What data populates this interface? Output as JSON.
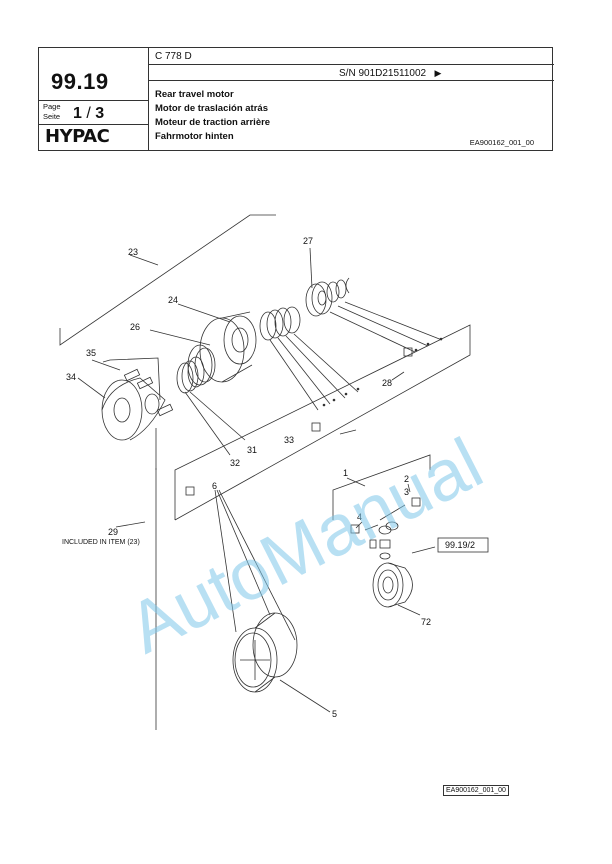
{
  "header": {
    "section_number": "99.19",
    "model": "C 778 D",
    "serial": "S/N 901D21511002",
    "serial_arrow": "▶",
    "page_label_1": "Page",
    "page_label_2": "Seite",
    "page_current": "1",
    "page_separator": "/",
    "page_total": "3",
    "brand": "HYPAC",
    "titles": [
      "Rear travel motor",
      "Motor de traslación atrás",
      "Moteur de traction arrière",
      "Fahrmotor hinten"
    ],
    "drawing_code": "EA900162_001_00"
  },
  "diagram": {
    "callouts": {
      "c1": "1",
      "c2": "2",
      "c3": "3",
      "c4": "4",
      "c5": "5",
      "c6": "6",
      "c23": "23",
      "c24": "24",
      "c26": "26",
      "c27": "27",
      "c28": "28",
      "c29": "29",
      "c31": "31",
      "c32": "32",
      "c33": "33",
      "c34": "34",
      "c35": "35",
      "c72": "72"
    },
    "note": "INCLUDED IN ITEM (23)",
    "ref_box": "99.19/2",
    "footer_code": "EA900162_001_00"
  },
  "watermark": "AutoManual",
  "colors": {
    "watermark": "#7ec7ea",
    "line": "#333333"
  }
}
